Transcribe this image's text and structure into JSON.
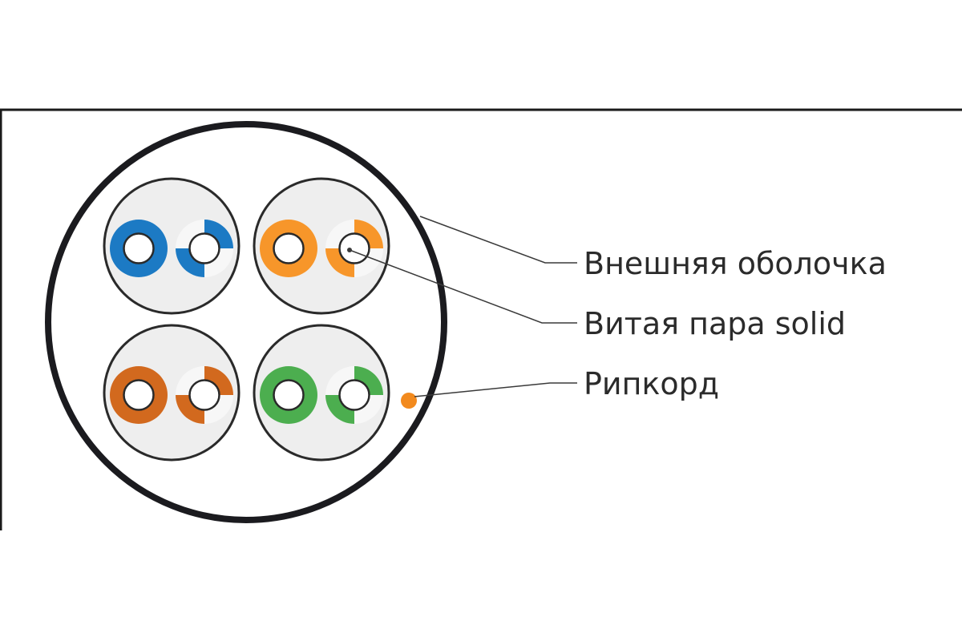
{
  "colors": {
    "frame": "#1a1a1a",
    "jacket": "#1b1b1f",
    "pair_fill": "#eeeeee",
    "pair_outline": "#2a2a2a",
    "leader_line": "#3a3a3a",
    "label_text": "#2b2b2b",
    "ripcord": "#f28a1e"
  },
  "pairs": [
    {
      "name": "blue-pair",
      "color": "#1c7ac4"
    },
    {
      "name": "orange-pair",
      "color": "#f7962a"
    },
    {
      "name": "brown-pair",
      "color": "#d2691e"
    },
    {
      "name": "green-pair",
      "color": "#4cae4f"
    }
  ],
  "labels": {
    "outer_jacket": "Внешняя оболочка",
    "twisted_pair": "Витая пара solid",
    "ripcord": "Рипкорд"
  }
}
